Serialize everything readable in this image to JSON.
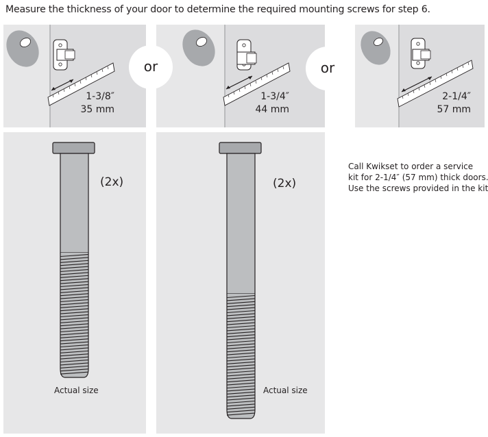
{
  "heading": "Measure the thickness of your door to determine the required mounting screws for step 6.",
  "separators": [
    "or",
    "or"
  ],
  "options": [
    {
      "fraction": "1-3/8″",
      "metric": "35 mm"
    },
    {
      "fraction": "1-3/4″",
      "metric": "44 mm"
    },
    {
      "fraction": "2-1/4″",
      "metric": "57 mm"
    }
  ],
  "screws": [
    {
      "quantity": "(2x)",
      "caption": "Actual size"
    },
    {
      "quantity": "(2x)",
      "caption": "Actual size"
    }
  ],
  "service_note": [
    "Call Kwikset to order a service",
    "kit for 2-1/4″ (57 mm) thick doors.",
    "Use the screws provided in the kit."
  ],
  "colors": {
    "panel": "#e7e7e8",
    "divider": "#ffffff",
    "line_art": "#231f20",
    "door_edge": "#bdbec0"
  }
}
